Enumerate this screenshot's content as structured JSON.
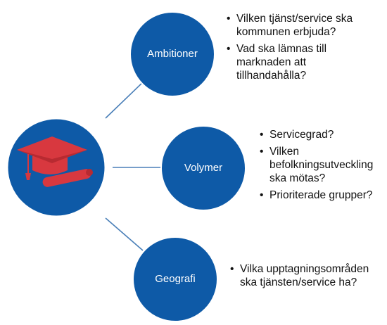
{
  "colors": {
    "circle_fill": "#0e5aa7",
    "circle_stroke": "#ffffff",
    "connector": "#4a7fb8",
    "cap": "#d8383f",
    "text": "#111111"
  },
  "center": {
    "icon": "graduation-cap-diploma-icon"
  },
  "nodes": [
    {
      "id": "ambitioner",
      "label": "Ambitioner",
      "bullets": [
        "Vilken tjänst/service ska kommunen erbjuda?",
        "Vad ska lämnas till marknaden att tillhandahålla?"
      ]
    },
    {
      "id": "volymer",
      "label": "Volymer",
      "bullets": [
        "Servicegrad?",
        "Vilken befolkningsutveckling ska mötas?",
        "Prioriterade grupper?"
      ]
    },
    {
      "id": "geografi",
      "label": "Geografi",
      "bullets": [
        "Vilka upptagningsområden ska tjänsten/service ha?"
      ]
    }
  ]
}
